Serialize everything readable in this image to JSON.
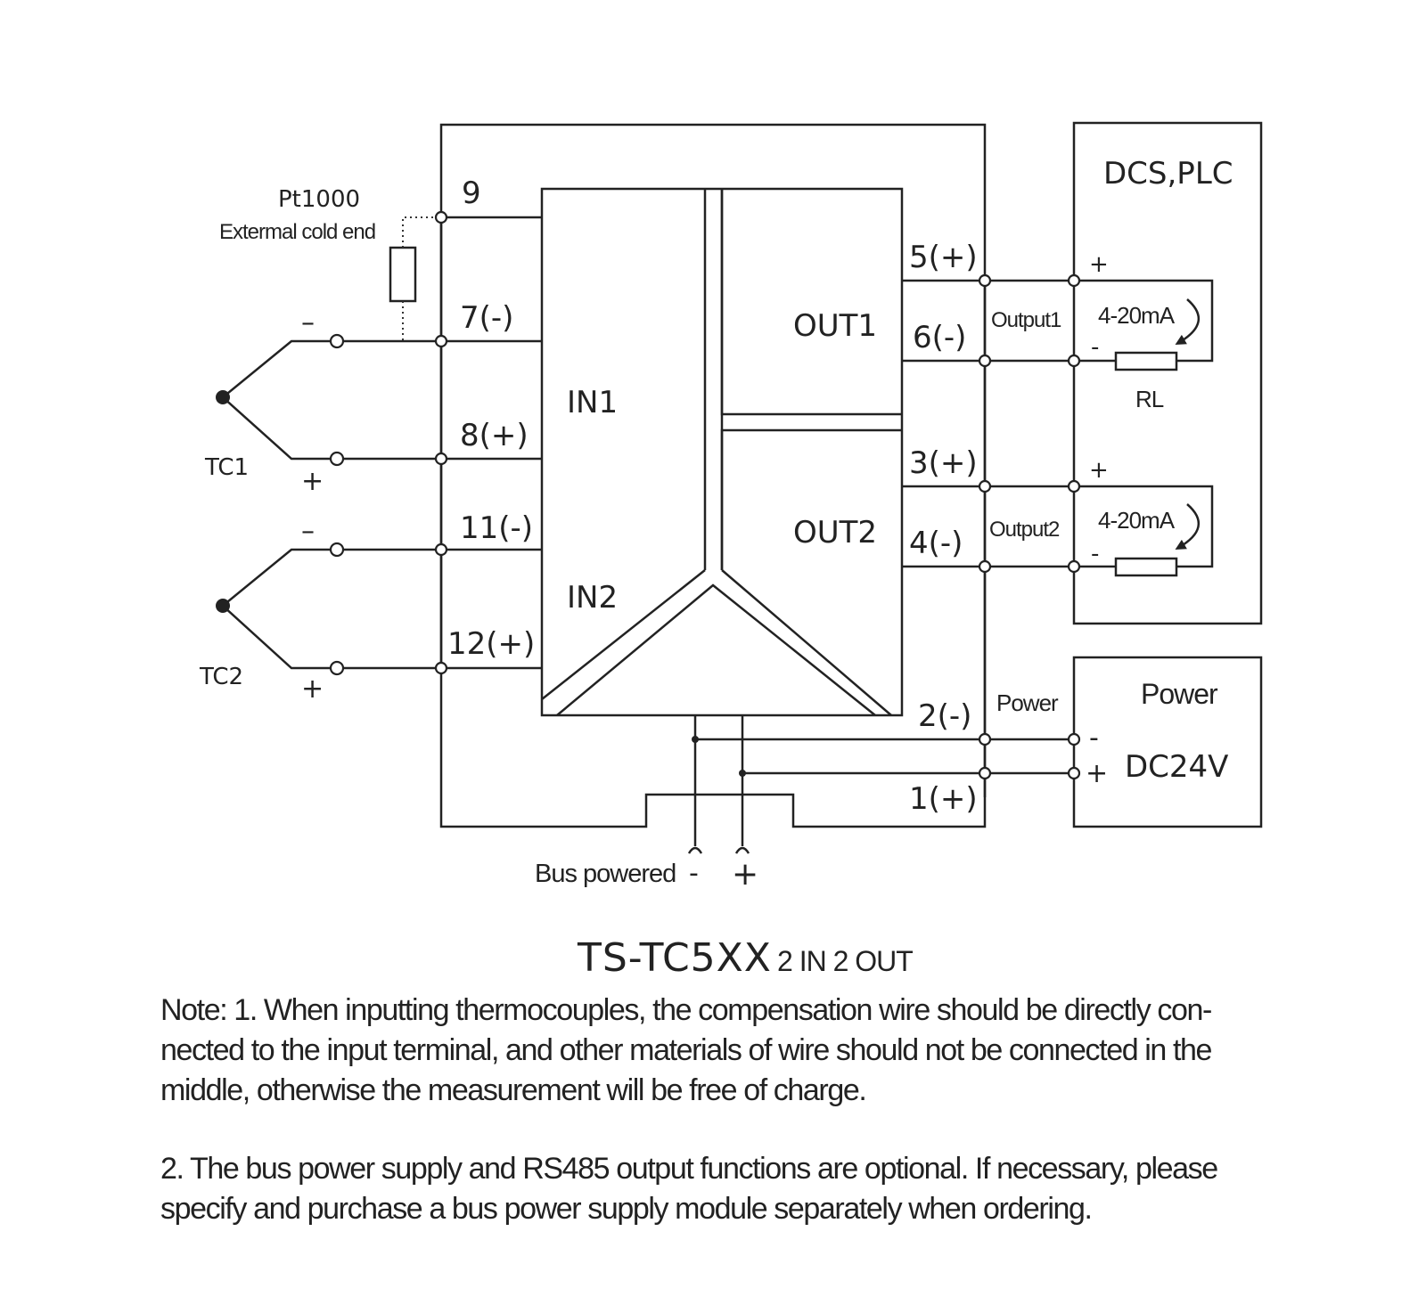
{
  "diagram": {
    "inputs": {
      "cold_end_sensor": "Pt1000",
      "cold_end_label": "Extermal cold end",
      "tc1": "TC1",
      "tc2": "TC2",
      "minus": "–",
      "plus": "+"
    },
    "terminals": {
      "t9": "9",
      "t7": "7(-)",
      "t8": "8(+)",
      "t11": "11(-)",
      "t12": "12(+)",
      "t5": "5(+)",
      "t6": "6(-)",
      "t3": "3(+)",
      "t4": "4(-)",
      "t2": "2(-)",
      "t1": "1(+)"
    },
    "module": {
      "in1": "IN1",
      "in2": "IN2",
      "out1": "OUT1",
      "out2": "OUT2"
    },
    "wires": {
      "output1": "Output1",
      "output2": "Output2",
      "power": "Power"
    },
    "dcs": {
      "title": "DCS,PLC",
      "plus": "+",
      "minus": "-",
      "current1": "4-20mA",
      "current2": "4-20mA",
      "load": "RL"
    },
    "power_box": {
      "title": "Power",
      "voltage": "DC24V",
      "minus": "-",
      "plus": "+"
    },
    "bus": {
      "label": "Bus powered",
      "minus": "-",
      "plus": "+"
    }
  },
  "title": {
    "model": "TS-TC5XX",
    "config": "2 IN 2 OUT"
  },
  "notes": [
    "Note: 1. When inputting thermocouples, the compensation wire should be directly con-nected to the input terminal, and other materials of wire should not be connected in the middle, otherwise the measurement will be free of charge.",
    "2. The bus power supply and RS485 output functions are optional. If necessary, please specify and purchase a bus power supply module separately when ordering."
  ]
}
